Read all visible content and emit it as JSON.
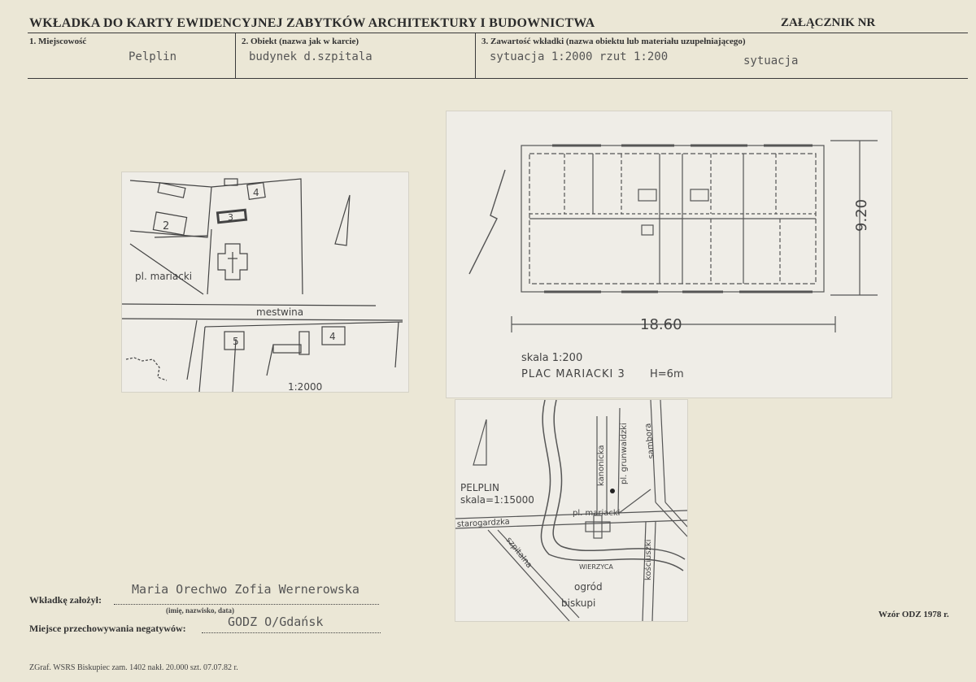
{
  "header": {
    "title": "WKŁADKA DO KARTY EWIDENCYJNEJ ZABYTKÓW ARCHITEKTURY I BUDOWNICTWA",
    "annex": "ZAŁĄCZNIK NR"
  },
  "fields": {
    "locality_label": "1. Miejscowość",
    "locality_value": "Pelplin",
    "object_label": "2. Obiekt (nazwa jak w karcie)",
    "object_value": "budynek d.szpitala",
    "content_label": "3. Zawartość wkładki (nazwa obiektu lub materiału uzupełniającego)",
    "content_value": "sytuacja 1:2000  rzut 1:200",
    "content_value2": "sytuacja"
  },
  "site_plan": {
    "labels": [
      "2",
      "3",
      "4",
      "5",
      "4"
    ],
    "square": "pl. mariacki",
    "street": "mestwina",
    "scale": "1:2000"
  },
  "floor_plan": {
    "width_dim": "18.60",
    "height_dim": "9.20",
    "scale": "skala 1:200",
    "caption": "PLAC MARIACKI 3",
    "height_note": "H=6m"
  },
  "town_map": {
    "town": "PELPLIN",
    "scale": "skala=1:15000",
    "streets": [
      "kanonicka",
      "pl. grunwaldzki",
      "sambora",
      "pl. mariacki",
      "starogardzka",
      "szpitalna",
      "kościuszki",
      "WIERZYCA"
    ],
    "garden_line1": "ogród",
    "garden_line2": "biskupi"
  },
  "footer": {
    "founded_label": "Wkładkę założył:",
    "founded_value": "Maria Orechwo  Zofia Wernerowska",
    "founded_hint": "(imię, nazwisko, data)",
    "storage_label": "Miejsce przechowywania negatywów:",
    "storage_value": "GODZ O/Gdańsk",
    "model": "Wzór ODZ 1978 r.",
    "print_info": "ZGraf. WSRS Biskupiec zam. 1402 nakł. 20.000 szt. 07.07.82 r."
  }
}
